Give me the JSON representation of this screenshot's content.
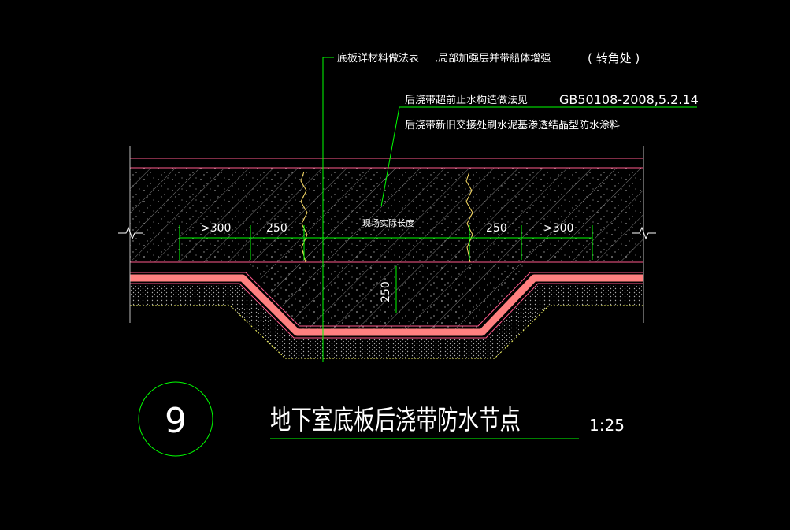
{
  "notes": {
    "line1_a": "底板详材料做法表",
    "line1_b": ",局部加强层并带船体增强",
    "line1_c": "( 转角处 )",
    "line2_a": "后浇带超前止水构造做法见",
    "line2_b": "GB50108-2008,5.2.14",
    "line3": "后浇带新旧交接处刷水泥基渗透结晶型防水涂料"
  },
  "dimensions": {
    "gt300_left": ">300",
    "d250_left": "250",
    "actual_length": "现场实际长度",
    "d250_right": "250",
    "gt300_right": ">300",
    "d250_vertical": "250"
  },
  "title": {
    "number": "9",
    "text": "地下室底板后浇带防水节点",
    "scale": "1:25"
  },
  "colors": {
    "background": "#000000",
    "concrete_outline": "#ff5a8c",
    "waterproof_membrane": "#ff8080",
    "leader": "#00ff00",
    "dimension": "#00ff00",
    "hatch": "#8a8a8a",
    "text": "#ffffff",
    "joint": "#ffe066",
    "base": "#ffff66"
  }
}
